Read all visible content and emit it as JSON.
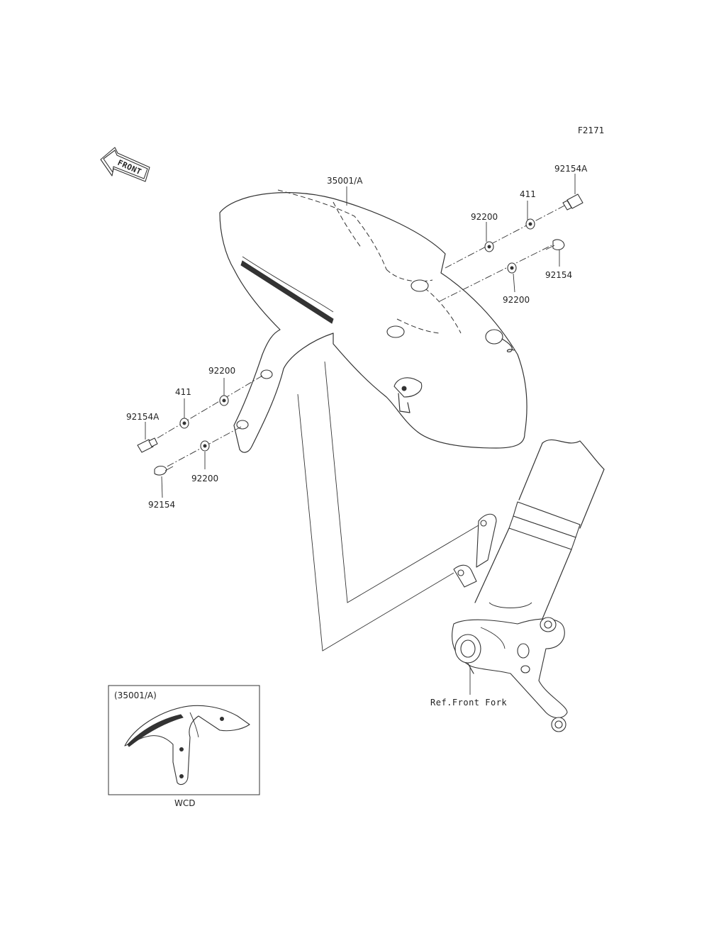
{
  "diagram_code": "F2171",
  "front_arrow": {
    "label": "FRONT"
  },
  "parts": {
    "fender": "35001/A",
    "bolt_right_top": "92154A",
    "washer_411_right": "411",
    "washer_92200_right_top": "92200",
    "bolt_right_bottom": "92154",
    "washer_92200_right_bottom": "92200",
    "washer_92200_left_top": "92200",
    "washer_411_left": "411",
    "bolt_left_top": "92154A",
    "washer_92200_left_bottom": "92200",
    "bolt_left_bottom": "92154"
  },
  "reference": {
    "front_fork": "Ref.Front Fork"
  },
  "inset": {
    "title": "(35001/A)",
    "caption": "WCD"
  }
}
